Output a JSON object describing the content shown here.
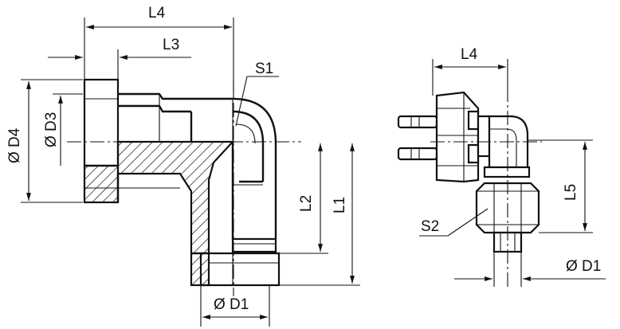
{
  "labels": {
    "L4": "L4",
    "L3": "L3",
    "S1": "S1",
    "D4": "Ø D4",
    "D3": "Ø D3",
    "L2": "L2",
    "L1": "L1",
    "D1": "Ø D1",
    "L4_right": "L4",
    "L5": "L5",
    "S2": "S2",
    "D1_right": "Ø D1"
  }
}
